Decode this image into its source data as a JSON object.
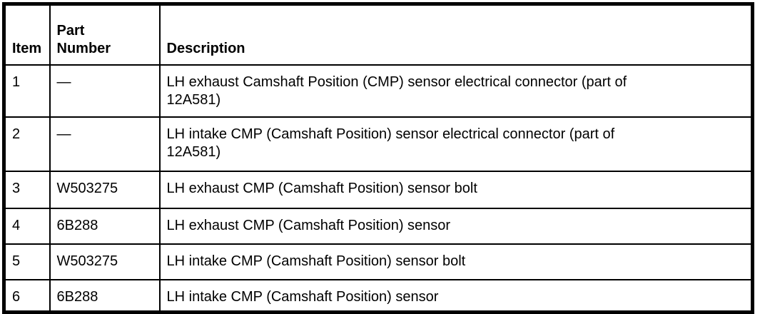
{
  "table": {
    "headers": {
      "item": "Item",
      "part_number": "Part\nNumber",
      "description": "Description"
    },
    "rows": [
      {
        "item": "1",
        "part_number": "—",
        "description": "LH exhaust Camshaft Position (CMP) sensor electrical connector (part of\n12A581)"
      },
      {
        "item": "2",
        "part_number": "—",
        "description": "LH intake CMP (Camshaft Position) sensor electrical connector (part of\n12A581)"
      },
      {
        "item": "3",
        "part_number": "W503275",
        "description": "LH exhaust CMP (Camshaft Position) sensor bolt"
      },
      {
        "item": "4",
        "part_number": "6B288",
        "description": "LH exhaust CMP (Camshaft Position) sensor"
      },
      {
        "item": "5",
        "part_number": "W503275",
        "description": "LH intake CMP (Camshaft Position) sensor bolt"
      },
      {
        "item": "6",
        "part_number": "6B288",
        "description": "LH intake CMP (Camshaft Position) sensor"
      }
    ]
  }
}
